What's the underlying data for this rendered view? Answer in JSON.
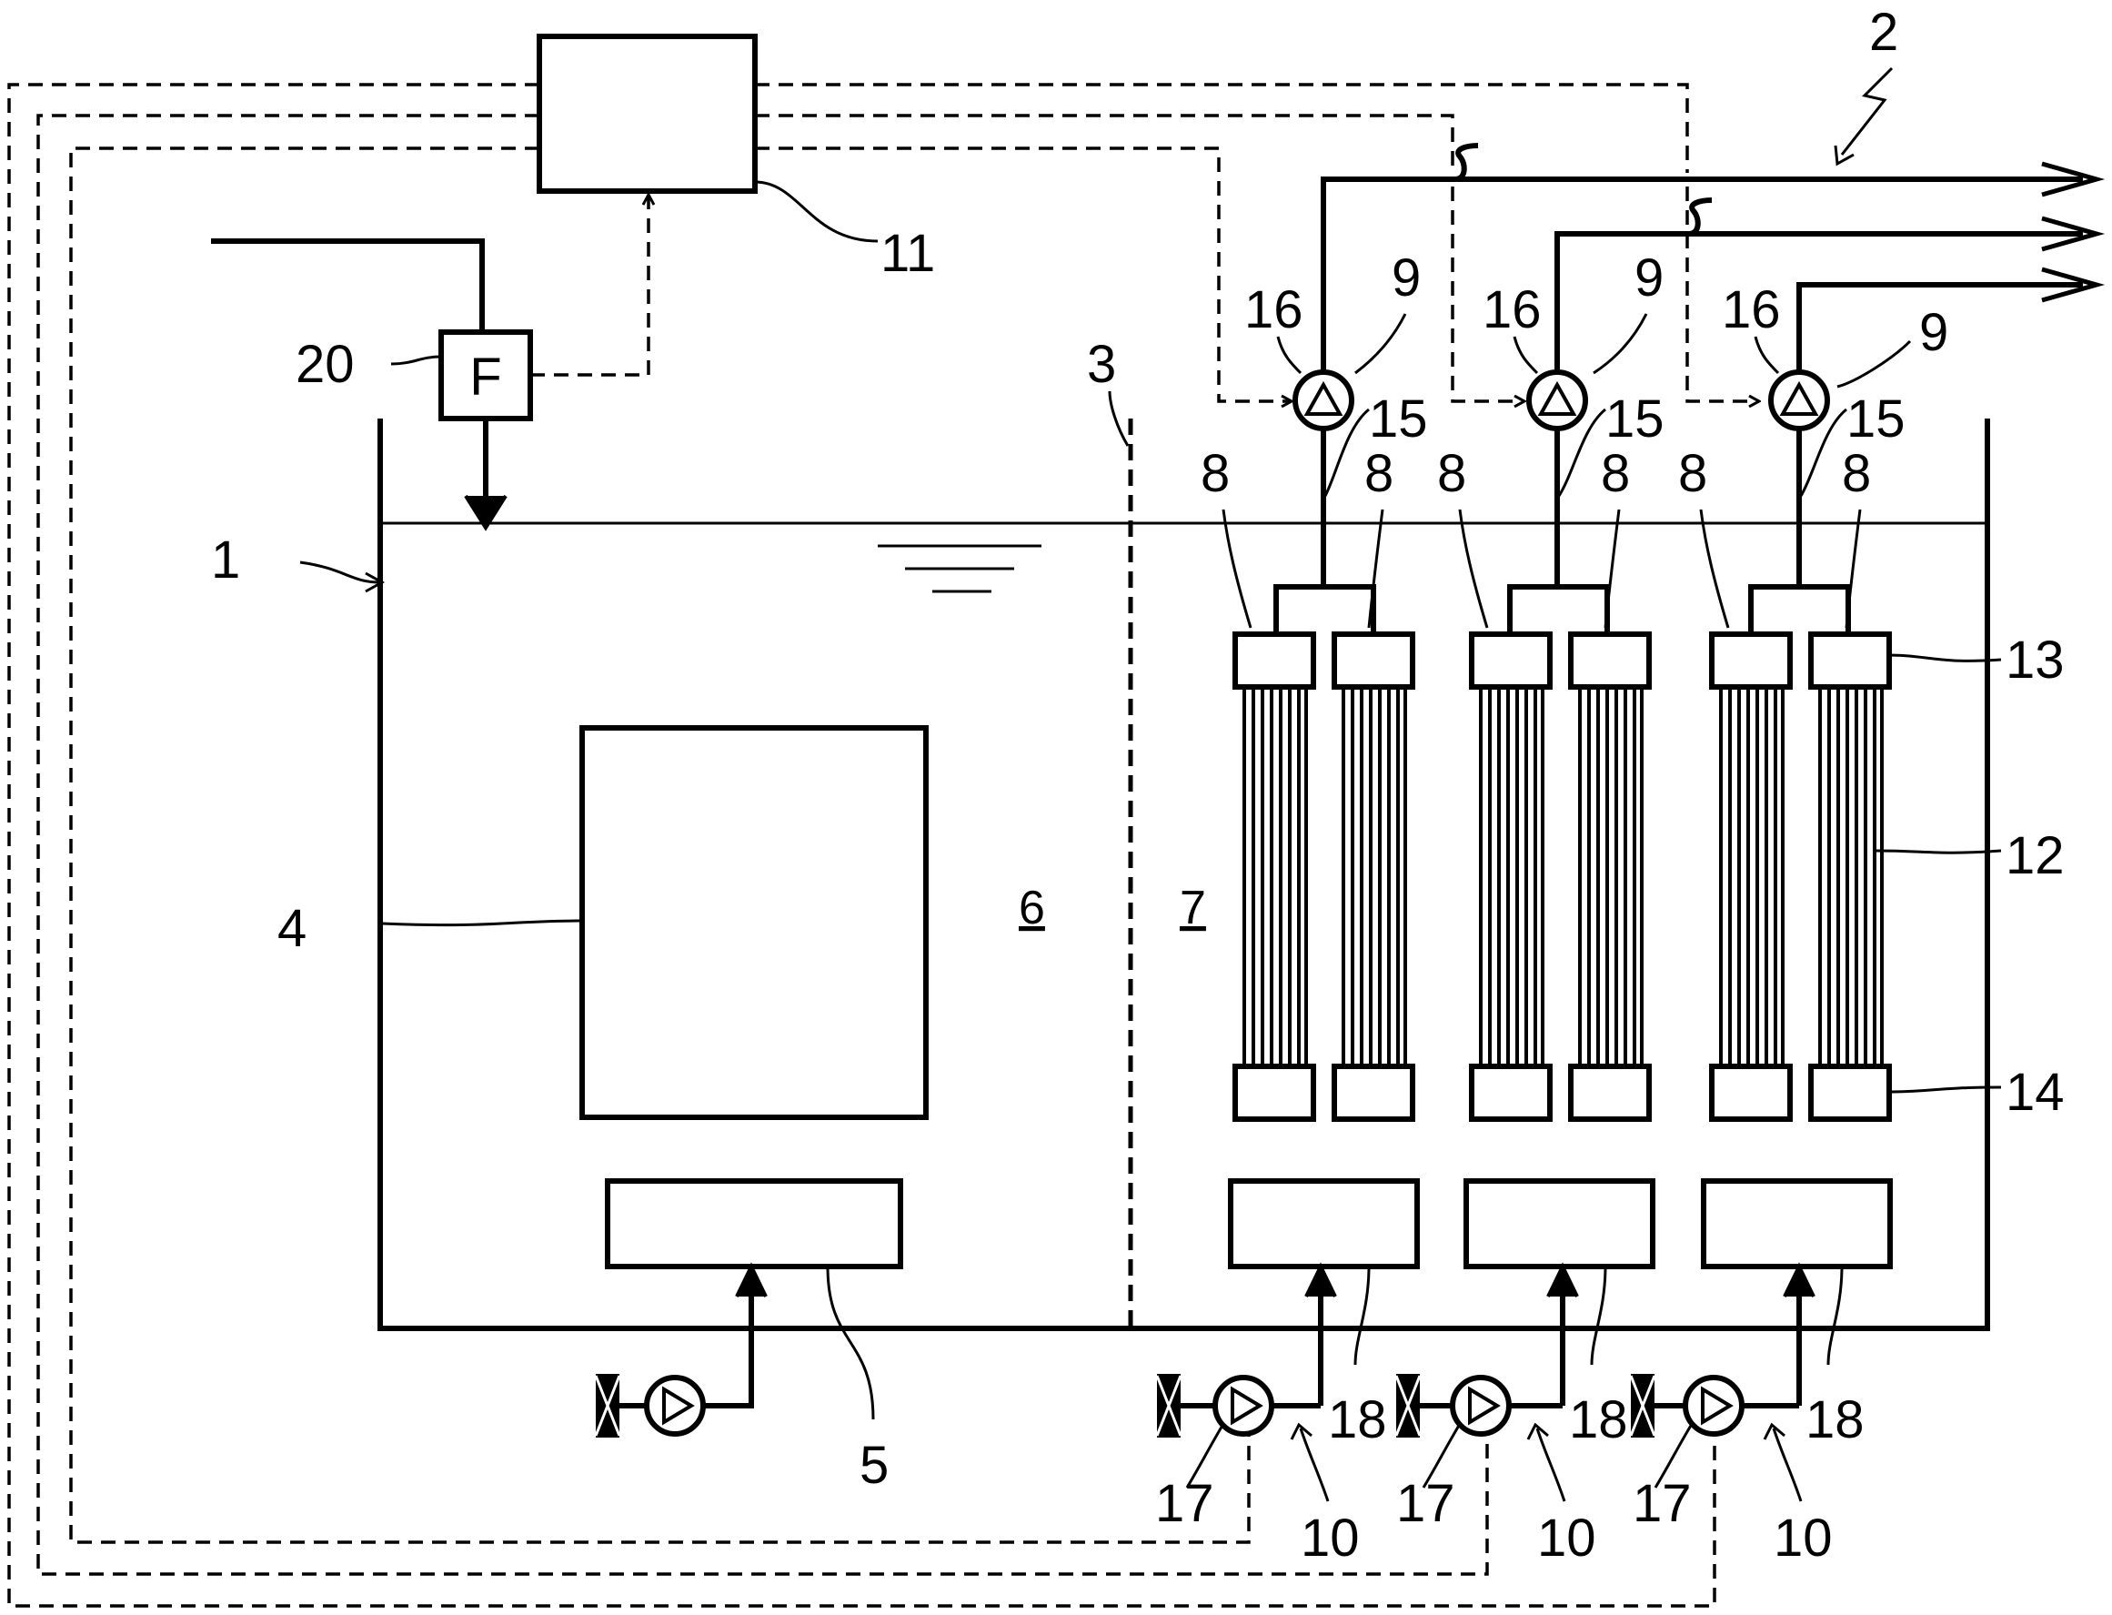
{
  "labels": {
    "tank": "1",
    "system": "2",
    "partition": "3",
    "bioreactor": "4",
    "diffuser": "5",
    "zone_a": "6",
    "zone_b": "7",
    "module": "8",
    "suction": "9",
    "aeration": "10",
    "controller": "11",
    "membrane": "12",
    "top_header": "13",
    "bottom_header": "14",
    "pipe": "15",
    "pump": "16",
    "blower": "17",
    "air_diffuser": "18",
    "flowmeter": "20",
    "flowmeter_symbol": "F"
  }
}
